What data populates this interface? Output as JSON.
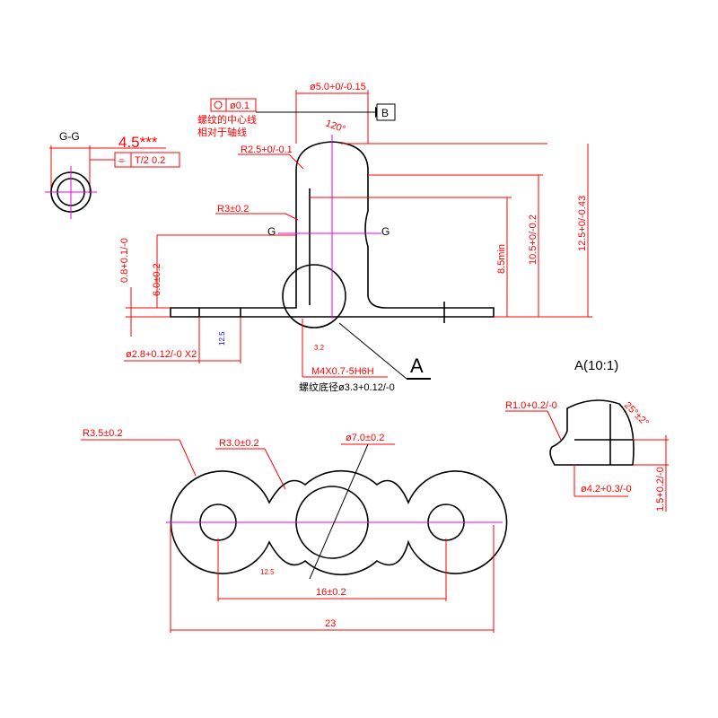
{
  "section_view": {
    "label": "G-G",
    "width_dim": "4.5***",
    "symmetry_tol": "T/2 0.2",
    "symmetry_symbol": "⌯"
  },
  "side_view": {
    "top_dim": "ø5.0+0/-0.15",
    "concentricity_tol": "ø0.1",
    "datum": "B",
    "note_line1": "螺纹的中心线",
    "note_line2": "相对于轴线",
    "angle": "120°",
    "r_fillet": "R2.5+0/-0.1",
    "r3": "R3±0.2",
    "section_mark": "G",
    "h_0_8": "0.8+0.1/-0",
    "h_6_0": "6.0±0.2",
    "h_8_5": "8.5min",
    "h_10_5": "10.5+0/-0.2",
    "h_12_5": "12.5+0/-0.43",
    "hole_dim": "ø2.8+0.12/-0  X2",
    "roughness1": "12.5",
    "roughness2": "3.2",
    "thread": "M4X0.7-5H6H",
    "thread_note": "螺纹底径ø3.3+0.12/-0",
    "detail_callout": "A"
  },
  "detail_view": {
    "title": "A(10:1)",
    "r": "R1.0+0.2/-0",
    "angle": "25°±2°",
    "dia": "ø4.2+0.3/-0",
    "height": "1.5+0.2/-0"
  },
  "top_view": {
    "r_outer": "R3.5±0.2",
    "r_waist": "R3.0±0.2",
    "dia_center": "ø7.0±0.2",
    "pitch": "16±0.2",
    "length": "23",
    "roughness": "12.5"
  }
}
